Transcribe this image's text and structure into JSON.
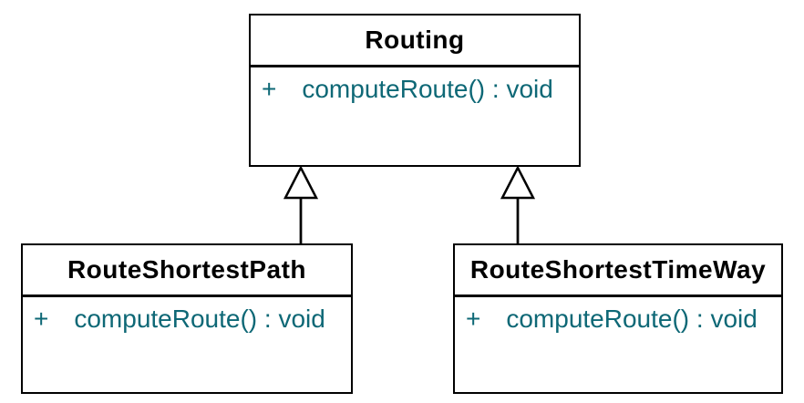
{
  "classes": [
    {
      "name": "Routing",
      "members": [
        {
          "visibility": "+",
          "signature": "computeRoute() : void"
        }
      ]
    },
    {
      "name": "RouteShortestPath",
      "members": [
        {
          "visibility": "+",
          "signature": "computeRoute() : void"
        }
      ]
    },
    {
      "name": "RouteShortestTimeWay",
      "members": [
        {
          "visibility": "+",
          "signature": "computeRoute() : void"
        }
      ]
    }
  ],
  "relations": [
    {
      "type": "generalization",
      "from": "RouteShortestPath",
      "to": "Routing"
    },
    {
      "type": "generalization",
      "from": "RouteShortestTimeWay",
      "to": "Routing"
    }
  ],
  "colors": {
    "background": "#ffffff",
    "box_fill": "#ffffff",
    "box_border": "#000000",
    "connector": "#000000",
    "class_name_text": "#000000",
    "member_text": "#0e6876"
  }
}
